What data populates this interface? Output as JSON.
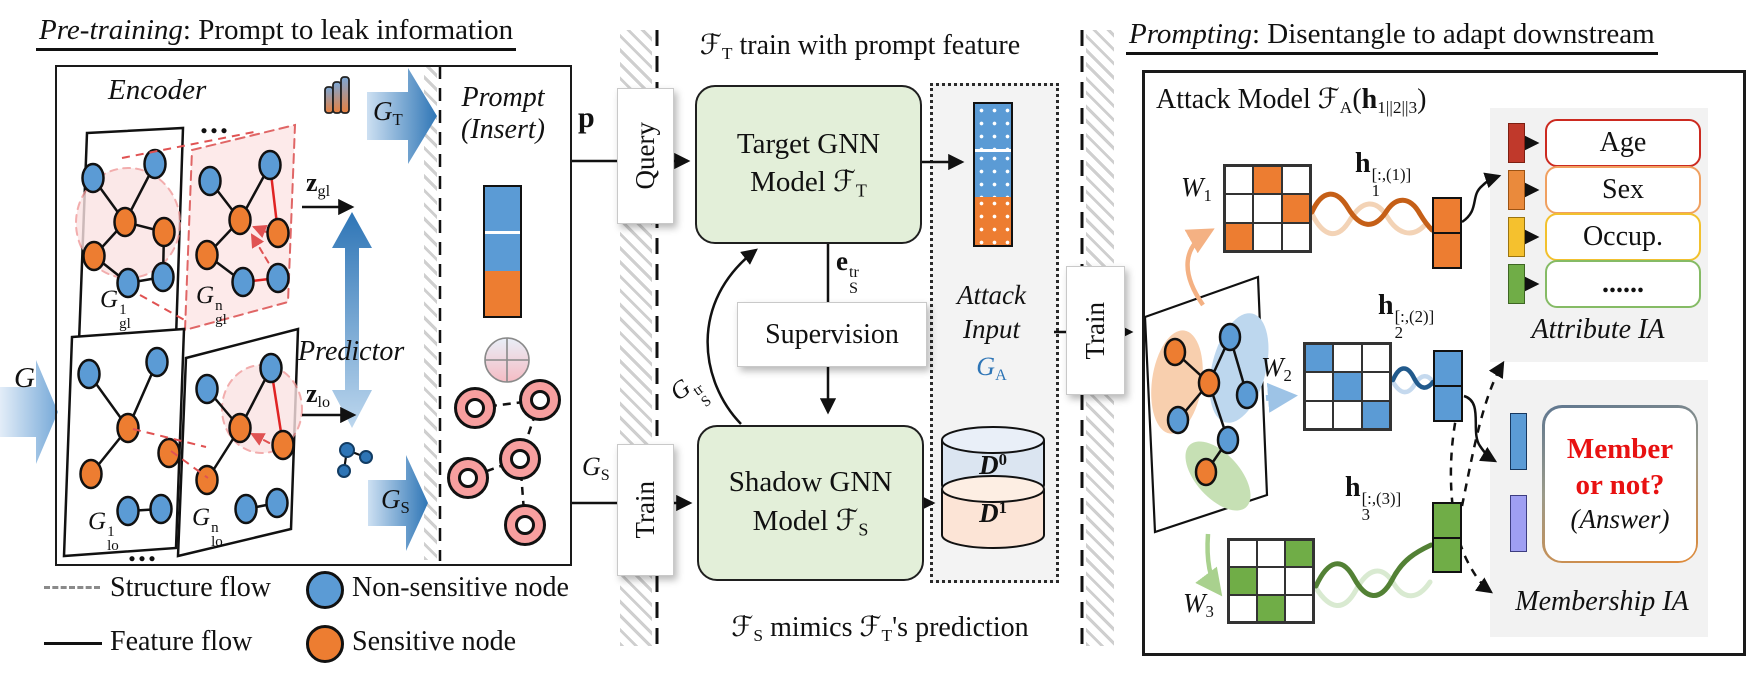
{
  "colors": {
    "node_blue": "#5b9bd5",
    "node_orange": "#ed7d31",
    "green_box": "#e3efd9",
    "attack_blue": "#5b9bd5",
    "attack_orange": "#ed7d31",
    "w_orange": "#ed7d31",
    "w_blue": "#5b9bd5",
    "w_green": "#70ad47",
    "ga_blue": "#2e75b6",
    "member_red": "#e81111",
    "d0_fill": "#dbe5f1",
    "d1_fill": "#fce4d6",
    "age_bar": "#c0392b",
    "sex_bar": "#ea8a3c",
    "occup_bar": "#f5c12e",
    "etc_bar": "#70ad47"
  },
  "left": {
    "title_em": "Pre-training",
    "title_rest": ": Prompt to leak information",
    "encoder_label": "Encoder",
    "predictor_label": "Predictor",
    "prompt_line1": "Prompt",
    "prompt_line2": "(Insert)",
    "g_label": "G",
    "dots_top": "...",
    "dots_bottom": "...",
    "math": {
      "g_t": [
        {
          "t": "i",
          "v": "G"
        },
        {
          "t": "sub",
          "v": "T"
        }
      ],
      "g_s": [
        {
          "t": "i",
          "v": "G"
        },
        {
          "t": "sub",
          "v": "S"
        }
      ],
      "z_gl": [
        {
          "t": "b",
          "v": "z"
        },
        {
          "t": "sub",
          "v": "gl"
        }
      ],
      "z_lo": [
        {
          "t": "b",
          "v": "z"
        },
        {
          "t": "sub",
          "v": "lo"
        }
      ],
      "g_gl_1": [
        {
          "t": "i",
          "v": "G"
        },
        {
          "t": "stack",
          "sup": "1",
          "sub": "gl"
        }
      ],
      "g_gl_n": [
        {
          "t": "i",
          "v": "G"
        },
        {
          "t": "stack",
          "sup": "n",
          "sub": "gl"
        }
      ],
      "g_lo_1": [
        {
          "t": "i",
          "v": "G"
        },
        {
          "t": "stack",
          "sup": "1",
          "sub": "lo"
        }
      ],
      "g_lo_n": [
        {
          "t": "i",
          "v": "G"
        },
        {
          "t": "stack",
          "sup": "n",
          "sub": "lo"
        }
      ]
    },
    "legend": [
      {
        "label": "Structure flow"
      },
      {
        "label": "Feature flow"
      },
      {
        "label": "Non-sensitive node"
      },
      {
        "label": "Sensitive node"
      }
    ]
  },
  "middle": {
    "title": [
      {
        "t": "f",
        "v": "ℱ"
      },
      {
        "t": "sub",
        "v": "T"
      },
      {
        "t": "t",
        "v": " train with prompt feature"
      }
    ],
    "p_label": "p",
    "query_label": "Query",
    "train_label": "Train",
    "g_s_label": [
      {
        "t": "i",
        "v": "G"
      },
      {
        "t": "sub",
        "v": "S"
      }
    ],
    "target_line1": "Target GNN",
    "target_line2": [
      {
        "t": "t",
        "v": "Model "
      },
      {
        "t": "f",
        "v": "ℱ"
      },
      {
        "t": "sub",
        "v": "T"
      }
    ],
    "supervision_label": "Supervision",
    "shadow_line1": "Shadow GNN",
    "shadow_line2": [
      {
        "t": "t",
        "v": "Model "
      },
      {
        "t": "f",
        "v": "ℱ"
      },
      {
        "t": "sub",
        "v": "S"
      }
    ],
    "e_s_tr": [
      {
        "t": "b",
        "v": "e"
      },
      {
        "t": "stack",
        "sup": "tr",
        "sub": "S"
      }
    ],
    "g_s_tr": [
      {
        "t": "i",
        "v": "G"
      },
      {
        "t": "stack",
        "sup": "tr",
        "sub": "S"
      }
    ],
    "attack_line1": "Attack",
    "attack_line2": "Input",
    "g_a": [
      {
        "t": "i",
        "v": "G"
      },
      {
        "t": "sub",
        "v": "A"
      }
    ],
    "d0": [
      {
        "t": "i",
        "v": "D"
      },
      {
        "t": "sup",
        "v": "0"
      }
    ],
    "d1": [
      {
        "t": "i",
        "v": "D"
      },
      {
        "t": "sup",
        "v": "1"
      }
    ],
    "caption": [
      {
        "t": "f",
        "v": "ℱ"
      },
      {
        "t": "sub",
        "v": "S"
      },
      {
        "t": "t",
        "v": " mimics "
      },
      {
        "t": "f",
        "v": "ℱ"
      },
      {
        "t": "sub",
        "v": "T"
      },
      {
        "t": "t",
        "v": "'s prediction"
      }
    ]
  },
  "right": {
    "title_em": "Prompting",
    "title_rest": ": Disentangle to adapt downstream",
    "attack_model": [
      {
        "t": "t",
        "v": "Attack Model "
      },
      {
        "t": "f",
        "v": "ℱ"
      },
      {
        "t": "sub",
        "v": "A"
      },
      {
        "t": "t",
        "v": "("
      },
      {
        "t": "b",
        "v": "h"
      },
      {
        "t": "sub",
        "v": "1||2||3"
      },
      {
        "t": "t",
        "v": ")"
      }
    ],
    "train_label": "Train",
    "w1": [
      {
        "t": "i",
        "v": "W"
      },
      {
        "t": "sub",
        "v": "1"
      }
    ],
    "w2": [
      {
        "t": "i",
        "v": "W"
      },
      {
        "t": "sub",
        "v": "2"
      }
    ],
    "w3": [
      {
        "t": "i",
        "v": "W"
      },
      {
        "t": "sub",
        "v": "3"
      }
    ],
    "h1": [
      {
        "t": "b",
        "v": "h"
      },
      {
        "t": "stack",
        "sup": "[:,(1)]",
        "sub": "1"
      }
    ],
    "h2": [
      {
        "t": "b",
        "v": "h"
      },
      {
        "t": "stack",
        "sup": "[:,(2)]",
        "sub": "2"
      }
    ],
    "h3": [
      {
        "t": "b",
        "v": "h"
      },
      {
        "t": "stack",
        "sup": "[:,(3)]",
        "sub": "3"
      }
    ],
    "w1_cells": [
      [
        0,
        1,
        0
      ],
      [
        0,
        0,
        1
      ],
      [
        1,
        0,
        0
      ]
    ],
    "w2_cells": [
      [
        1,
        0,
        0
      ],
      [
        0,
        1,
        0
      ],
      [
        0,
        0,
        1
      ]
    ],
    "w3_cells": [
      [
        0,
        0,
        1
      ],
      [
        1,
        0,
        0
      ],
      [
        0,
        1,
        0
      ]
    ],
    "attributes": [
      "Age",
      "Sex",
      "Occup.",
      "......"
    ],
    "attribute_ia": "Attribute IA",
    "member_line1": "Member",
    "member_line2": "or not?",
    "member_answer": "(Answer)",
    "membership_ia": "Membership IA"
  }
}
